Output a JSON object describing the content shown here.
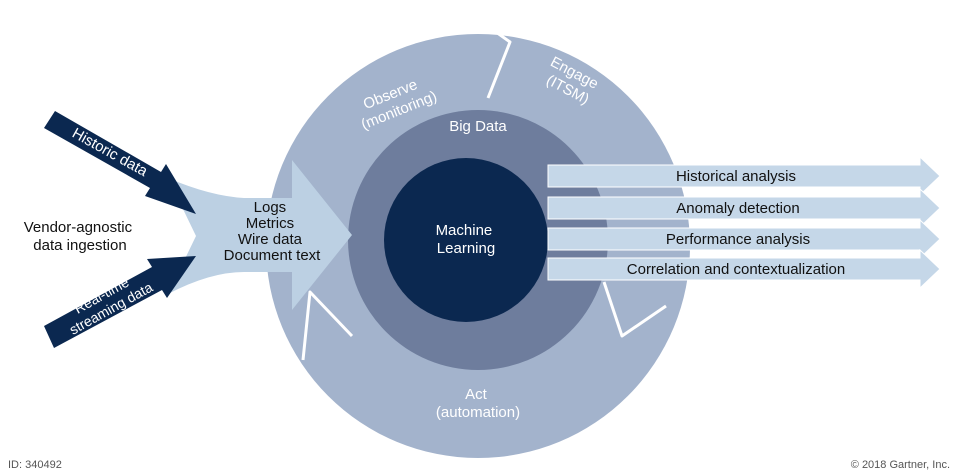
{
  "colors": {
    "outer_ring": "#a3b3cc",
    "middle_ring": "#6e7d9d",
    "core": "#0b2850",
    "input_arrow": "#bcd0e3",
    "output_bar": "#c5d7e8",
    "dark_arrow": "#0b2850",
    "white": "#ffffff",
    "text_dark": "#111111"
  },
  "cycle": {
    "observe": {
      "line1": "Observe",
      "line2": "(monitoring)"
    },
    "engage": {
      "line1": "Engage",
      "line2": "(ITSM)"
    },
    "act": {
      "line1": "Act",
      "line2": "(automation)"
    }
  },
  "big_data": "Big Data",
  "core": {
    "line1": "Machine",
    "line2": "Learning"
  },
  "sources": {
    "historic": "Historic data",
    "realtime": {
      "line1": "Real-time",
      "line2": "streaming data"
    }
  },
  "ingestion": {
    "line1": "Vendor-agnostic",
    "line2": "data ingestion"
  },
  "input_types": [
    "Logs",
    "Metrics",
    "Wire data",
    "Document text"
  ],
  "outputs": [
    "Historical analysis",
    "Anomaly detection",
    "Performance analysis",
    "Correlation and contextualization"
  ],
  "footer": {
    "id": "ID: 340492",
    "copyright": "© 2018 Gartner, Inc."
  }
}
